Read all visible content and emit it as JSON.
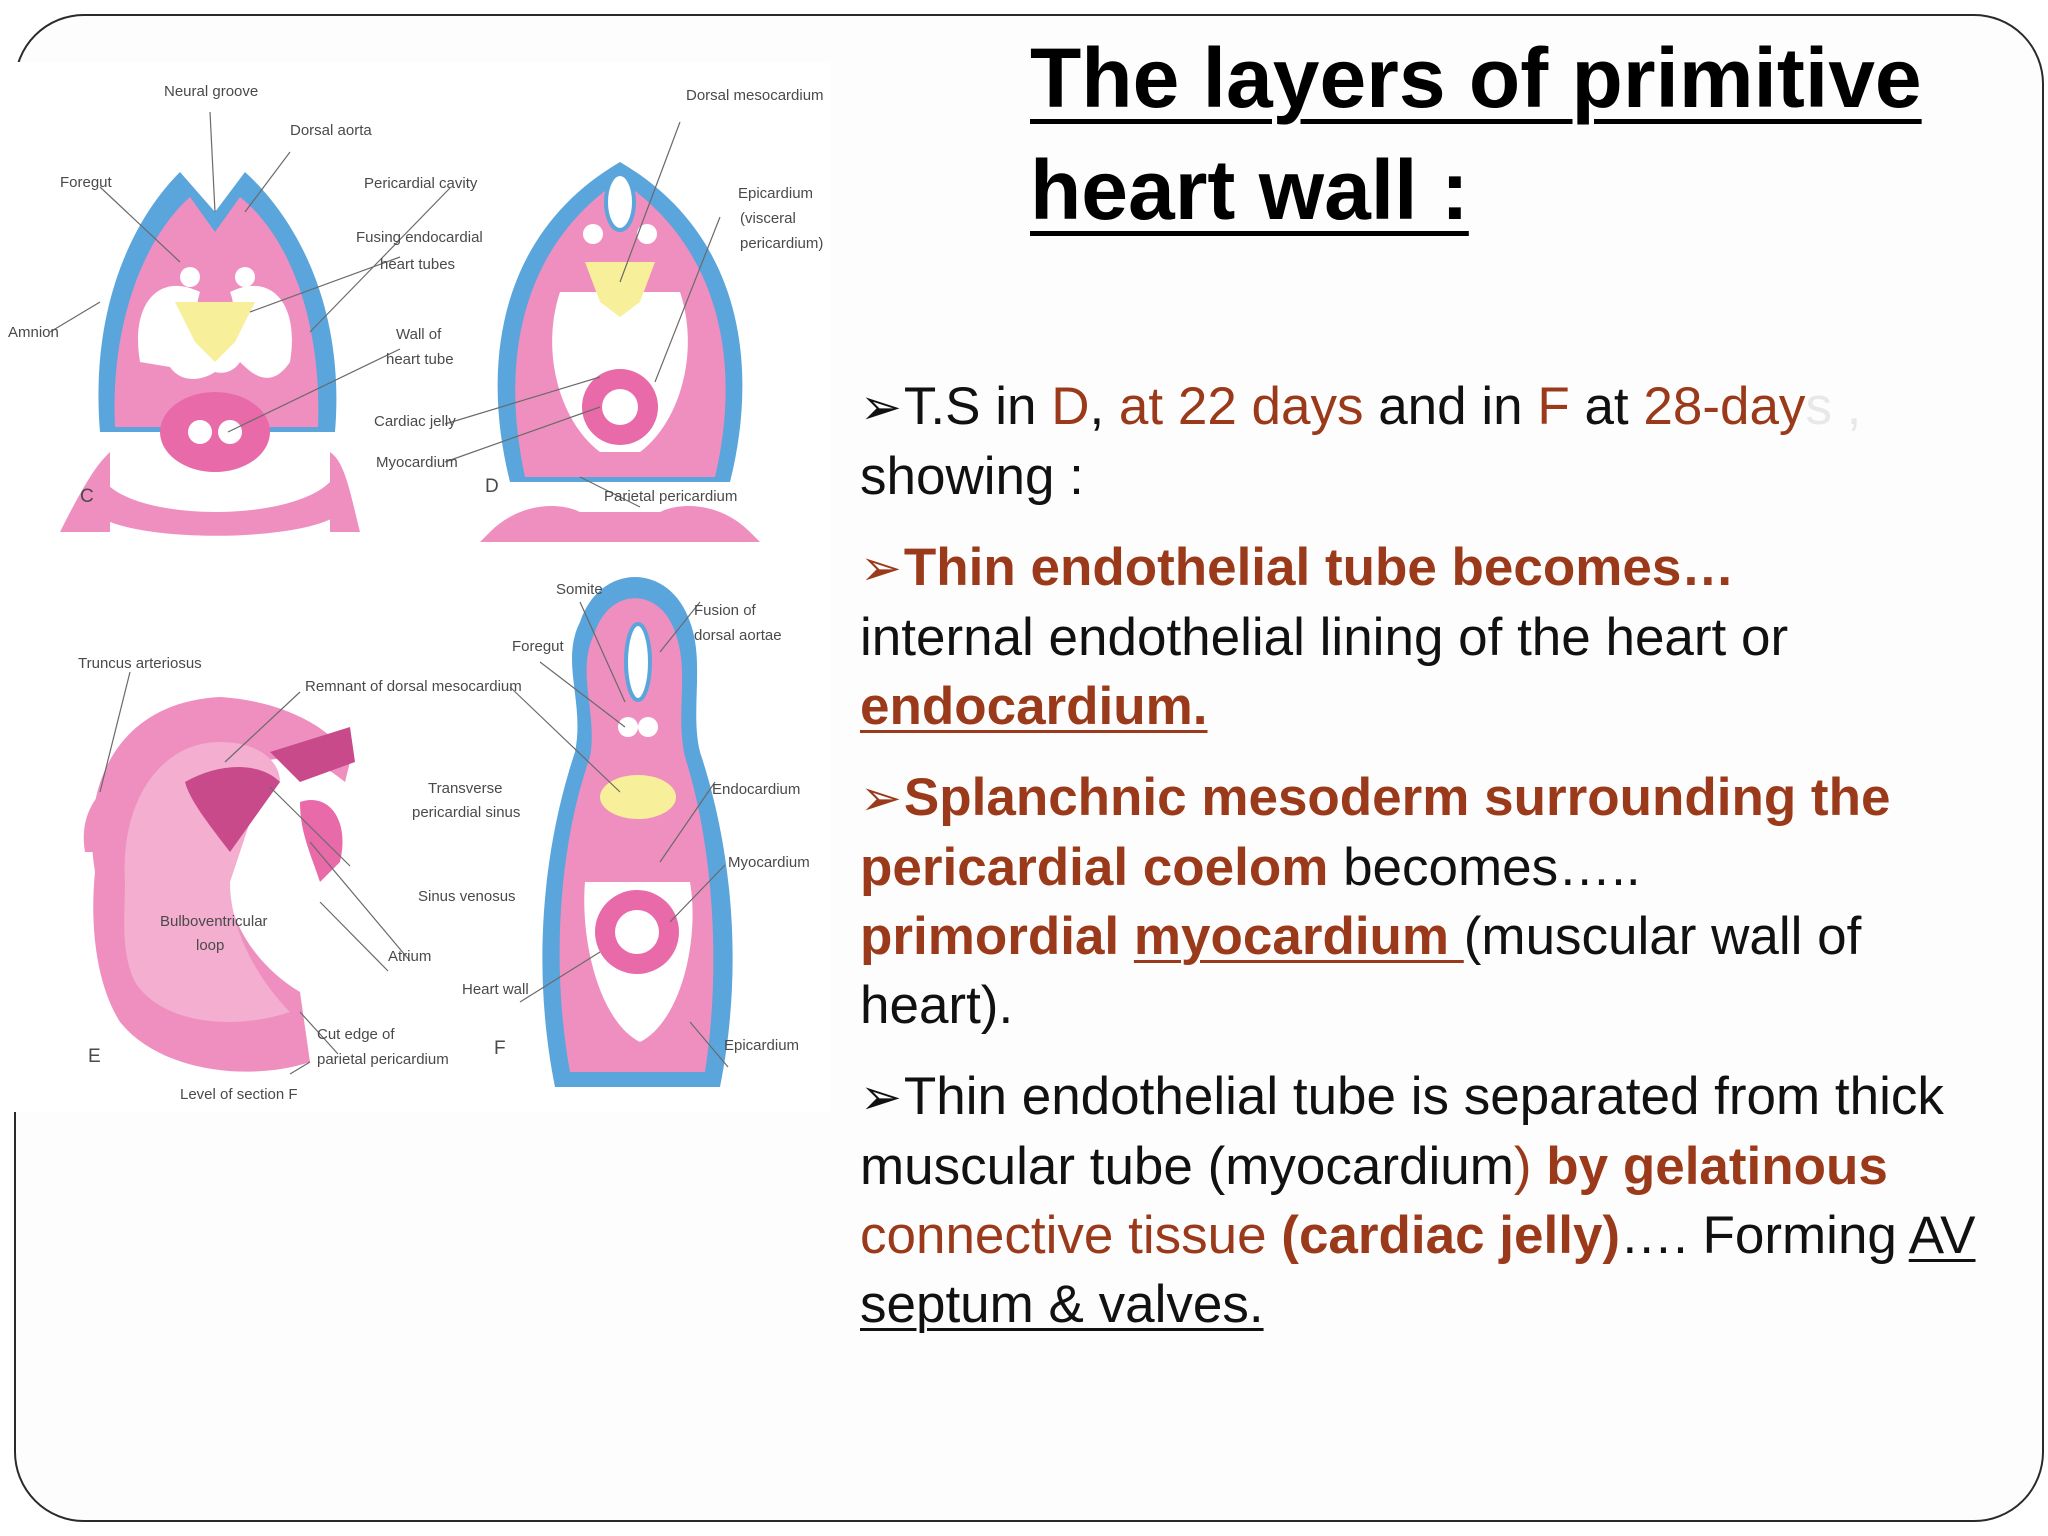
{
  "title": {
    "line1": "The layers of primitive",
    "line2": "heart wall :"
  },
  "figure": {
    "labels_cd": {
      "neural_groove": "Neural groove",
      "dorsal_aorta": "Dorsal aorta",
      "foregut": "Foregut",
      "pericardial_cavity": "Pericardial cavity",
      "fusing_1": "Fusing endocardial",
      "fusing_2": "heart tubes",
      "amnion": "Amnion",
      "wall_of_1": "Wall of",
      "wall_of_2": "heart tube",
      "cardiac_jelly": "Cardiac jelly",
      "myocardium": "Myocardium",
      "dorsal_mesocardium": "Dorsal mesocardium",
      "epicardium_1": "Epicardium",
      "epicardium_2": "(visceral",
      "epicardium_3": "pericardium)",
      "parietal_pericardium": "Parietal pericardium",
      "letter_c": "C",
      "letter_d": "D"
    },
    "labels_ef": {
      "somite": "Somite",
      "fusion_1": "Fusion of",
      "fusion_2": "dorsal aortae",
      "foregut": "Foregut",
      "truncus": "Truncus arteriosus",
      "remnant": "Remnant of dorsal mesocardium",
      "endocardium": "Endocardium",
      "transverse_1": "Transverse",
      "transverse_2": "pericardial sinus",
      "myocardium": "Myocardium",
      "sinus_venosus": "Sinus venosus",
      "bulbo_1": "Bulboventricular",
      "bulbo_2": "loop",
      "atrium": "Atrium",
      "heart_wall": "Heart wall",
      "cut_1": "Cut edge of",
      "cut_2": "parietal pericardium",
      "epicardium": "Epicardium",
      "level": "Level of section F",
      "letter_e": "E",
      "letter_f": "F"
    }
  },
  "bullets": {
    "arrow": "➢",
    "b1": {
      "t1": "T.S in ",
      "t2": "D",
      "t3": ", ",
      "t4": "at 22 days",
      "t5": " and  in ",
      "t6": "F",
      "t7": " at ",
      "t8": "28-day",
      "t9": "s ,",
      "t10": "showing :"
    },
    "b2": {
      "t1": "Thin endothelial tube becomes…",
      "t2": "internal endothelial lining of the heart or",
      "t3": "endocardium."
    },
    "b3": {
      "t1": "Splanchnic mesoderm surrounding the pericardial coelom",
      "t2": " becomes…..",
      "t3": "primordial ",
      "t4": "myocardium ",
      "t5": " (muscular wall of heart)."
    },
    "b4": {
      "t1": "Thin endothelial tube is separated from thick  muscular tube (myocardium",
      "t2": ") ",
      "t3": "by gelatinous",
      "t4": " connective tissue  ",
      "t5": "(cardiac jelly)",
      "t6": "…. Forming ",
      "t7": "AV septum & valves."
    }
  },
  "colors": {
    "accent": "#9b3a1a",
    "pink": "#ef8fbf",
    "blue": "#5aa5dc",
    "yellow": "#f7ef9a"
  }
}
